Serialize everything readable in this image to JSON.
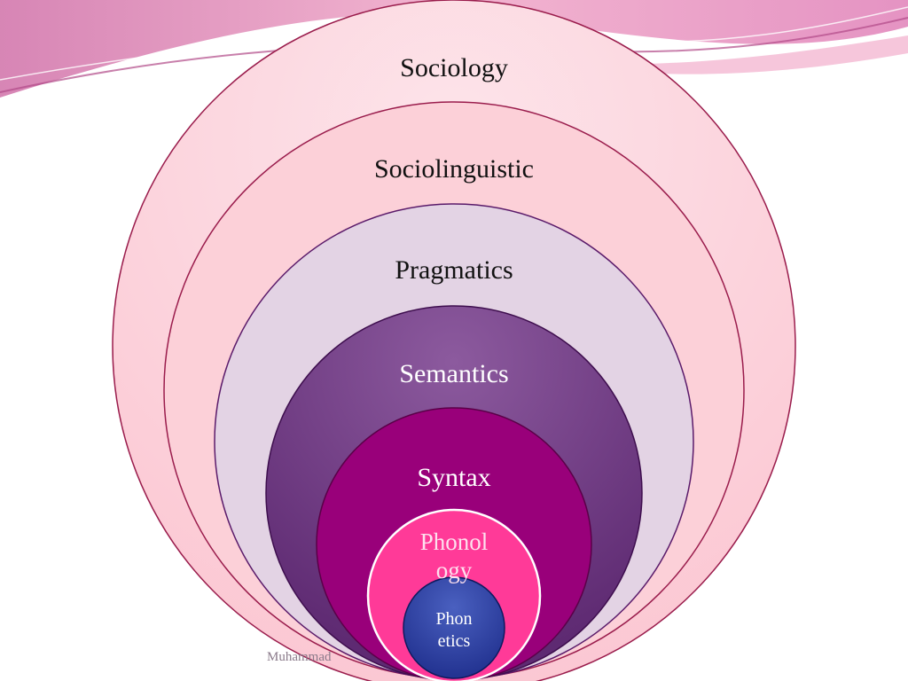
{
  "diagram": {
    "layers": [
      {
        "label": "Sociology",
        "fill": "#fcd2d9",
        "stroke": "#9a1c4c",
        "text_color": "#111111"
      },
      {
        "label": "Sociolinguistic",
        "fill": "#fcd0d8",
        "stroke": "#9a1c4c",
        "text_color": "#111111"
      },
      {
        "label": "Pragmatics",
        "fill": "#e3d3e4",
        "stroke": "#5a1a6a",
        "text_color": "#111111"
      },
      {
        "label": "Semantics",
        "fill": "#7c4a8e",
        "stroke": "#3e0e4e",
        "text_color": "#ffffff"
      },
      {
        "label": "Syntax",
        "fill": "#99007a",
        "stroke": "#5a0048",
        "text_color": "#ffffff"
      }
    ],
    "phonology": {
      "line1": "Phonol",
      "line2": "ogy",
      "fill": "#ff3a98",
      "stroke": "#ffffff",
      "text_color": "#fde0ee"
    },
    "phonetics": {
      "line1": "Phon",
      "line2": "etics",
      "fill": "#2c3e9e",
      "stroke": "#0e1a5e",
      "text_color": "#ffffff"
    }
  },
  "footer": {
    "text": "Muhammad"
  },
  "background": {
    "wave_colors": [
      "#e88ab4",
      "#c86aa4",
      "#f2b8d4"
    ]
  }
}
